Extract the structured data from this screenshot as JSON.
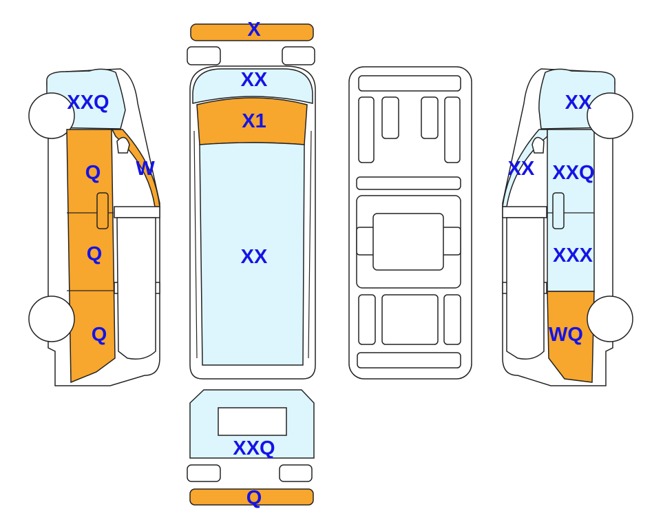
{
  "colors": {
    "damaged": "#f7a62e",
    "marked": "#ddf5fc",
    "label": "#1414e6"
  },
  "labels": {
    "front_bumper": "X",
    "windshield": "XX",
    "hood": "X1",
    "roof": "XX",
    "rear_door": "XXQ",
    "rear_bumper": "Q",
    "left_fender": "XXQ",
    "left_front_door": "Q",
    "left_window": "W",
    "left_middle": "Q",
    "left_rear": "Q",
    "right_fender": "XX",
    "right_window": "XX",
    "right_front_door": "XXQ",
    "right_middle": "XXX",
    "right_rear": "WQ"
  }
}
